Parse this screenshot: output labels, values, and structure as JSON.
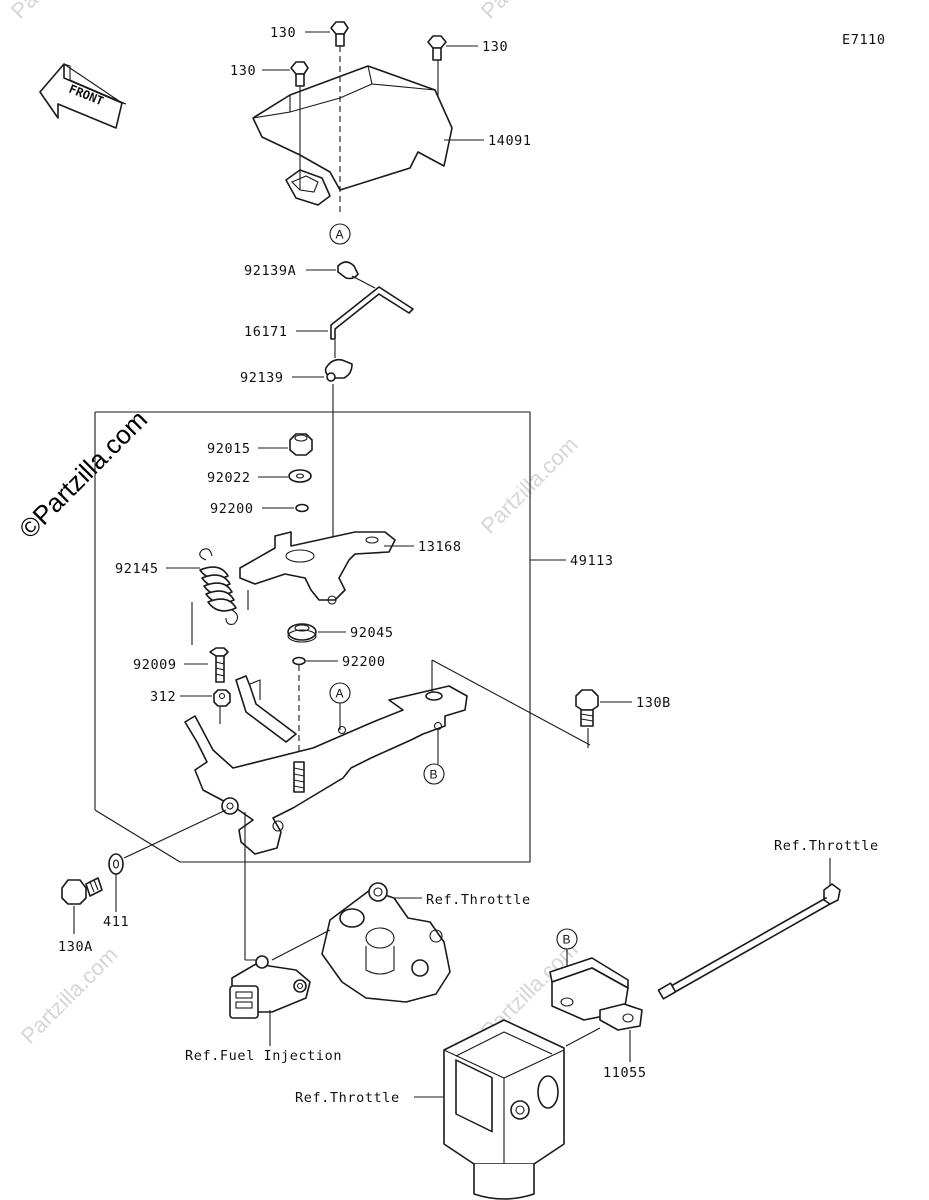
{
  "diagram_code": "E7110",
  "front_label": "FRONT",
  "watermarks": {
    "main": "©Partzilla.com",
    "small": "Partzilla.com"
  },
  "callouts": [
    "A",
    "A",
    "B",
    "B"
  ],
  "parts": {
    "p130_top": "130",
    "p130_right": "130",
    "p130_left": "130",
    "p14091": "14091",
    "p92139A": "92139A",
    "p16171": "16171",
    "p92139": "92139",
    "p92015": "92015",
    "p92022": "92022",
    "p92200_a": "92200",
    "p13168": "13168",
    "p49113": "49113",
    "p92145": "92145",
    "p92045": "92045",
    "p92009": "92009",
    "p92200_b": "92200",
    "p312": "312",
    "p130B": "130B",
    "p130A": "130A",
    "p411": "411",
    "p11055": "11055"
  },
  "refs": {
    "throttle_top_right": "Ref.Throttle",
    "throttle_mid": "Ref.Throttle",
    "throttle_bottom": "Ref.Throttle",
    "fuel_injection": "Ref.Fuel Injection"
  }
}
